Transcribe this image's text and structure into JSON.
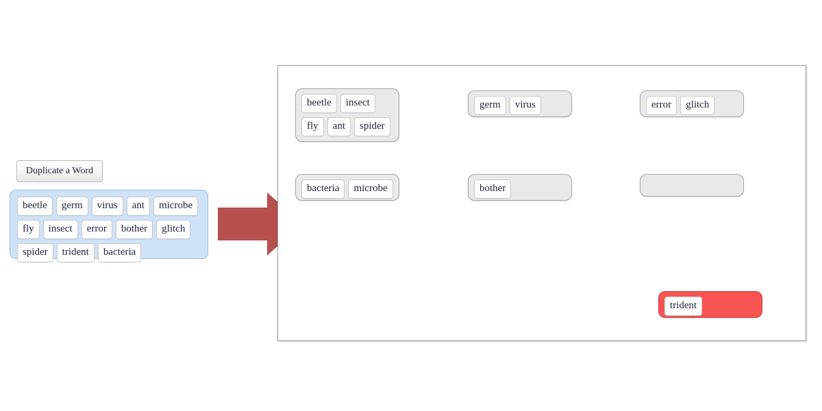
{
  "toolbar": {
    "duplicate_button_label": "Duplicate a Word"
  },
  "word_bank": {
    "name": "word-bank",
    "background_color": "#cfe2f8",
    "border_color": "#9cbfe4",
    "rows": [
      [
        "beetle",
        "germ",
        "virus",
        "ant",
        "microbe"
      ],
      [
        "fly",
        "insect",
        "error",
        "bother",
        "glitch"
      ],
      [
        "spider",
        "trident",
        "bacteria"
      ]
    ],
    "words": [
      "beetle",
      "germ",
      "virus",
      "ant",
      "microbe",
      "fly",
      "insect",
      "error",
      "bother",
      "glitch",
      "spider",
      "trident",
      "bacteria"
    ]
  },
  "arrow": {
    "name": "transition-arrow",
    "direction": "right",
    "color": "#b5504e"
  },
  "board": {
    "background_color": "#ffffff",
    "border_color": "#9a9a9a",
    "group_background_color": "#e9e9e9",
    "selected_group_color": "#f75452",
    "groups": [
      {
        "id": "insects",
        "words": [
          "beetle",
          "insect",
          "fly",
          "ant",
          "spider"
        ],
        "selected": false
      },
      {
        "id": "germs",
        "words": [
          "germ",
          "virus"
        ],
        "selected": false
      },
      {
        "id": "errors",
        "words": [
          "error",
          "glitch"
        ],
        "selected": false
      },
      {
        "id": "bacteria",
        "words": [
          "bacteria",
          "microbe"
        ],
        "selected": false
      },
      {
        "id": "bother",
        "words": [
          "bother"
        ],
        "selected": false
      },
      {
        "id": "empty",
        "words": [],
        "selected": false
      },
      {
        "id": "trident",
        "words": [
          "trident"
        ],
        "selected": true
      }
    ]
  }
}
